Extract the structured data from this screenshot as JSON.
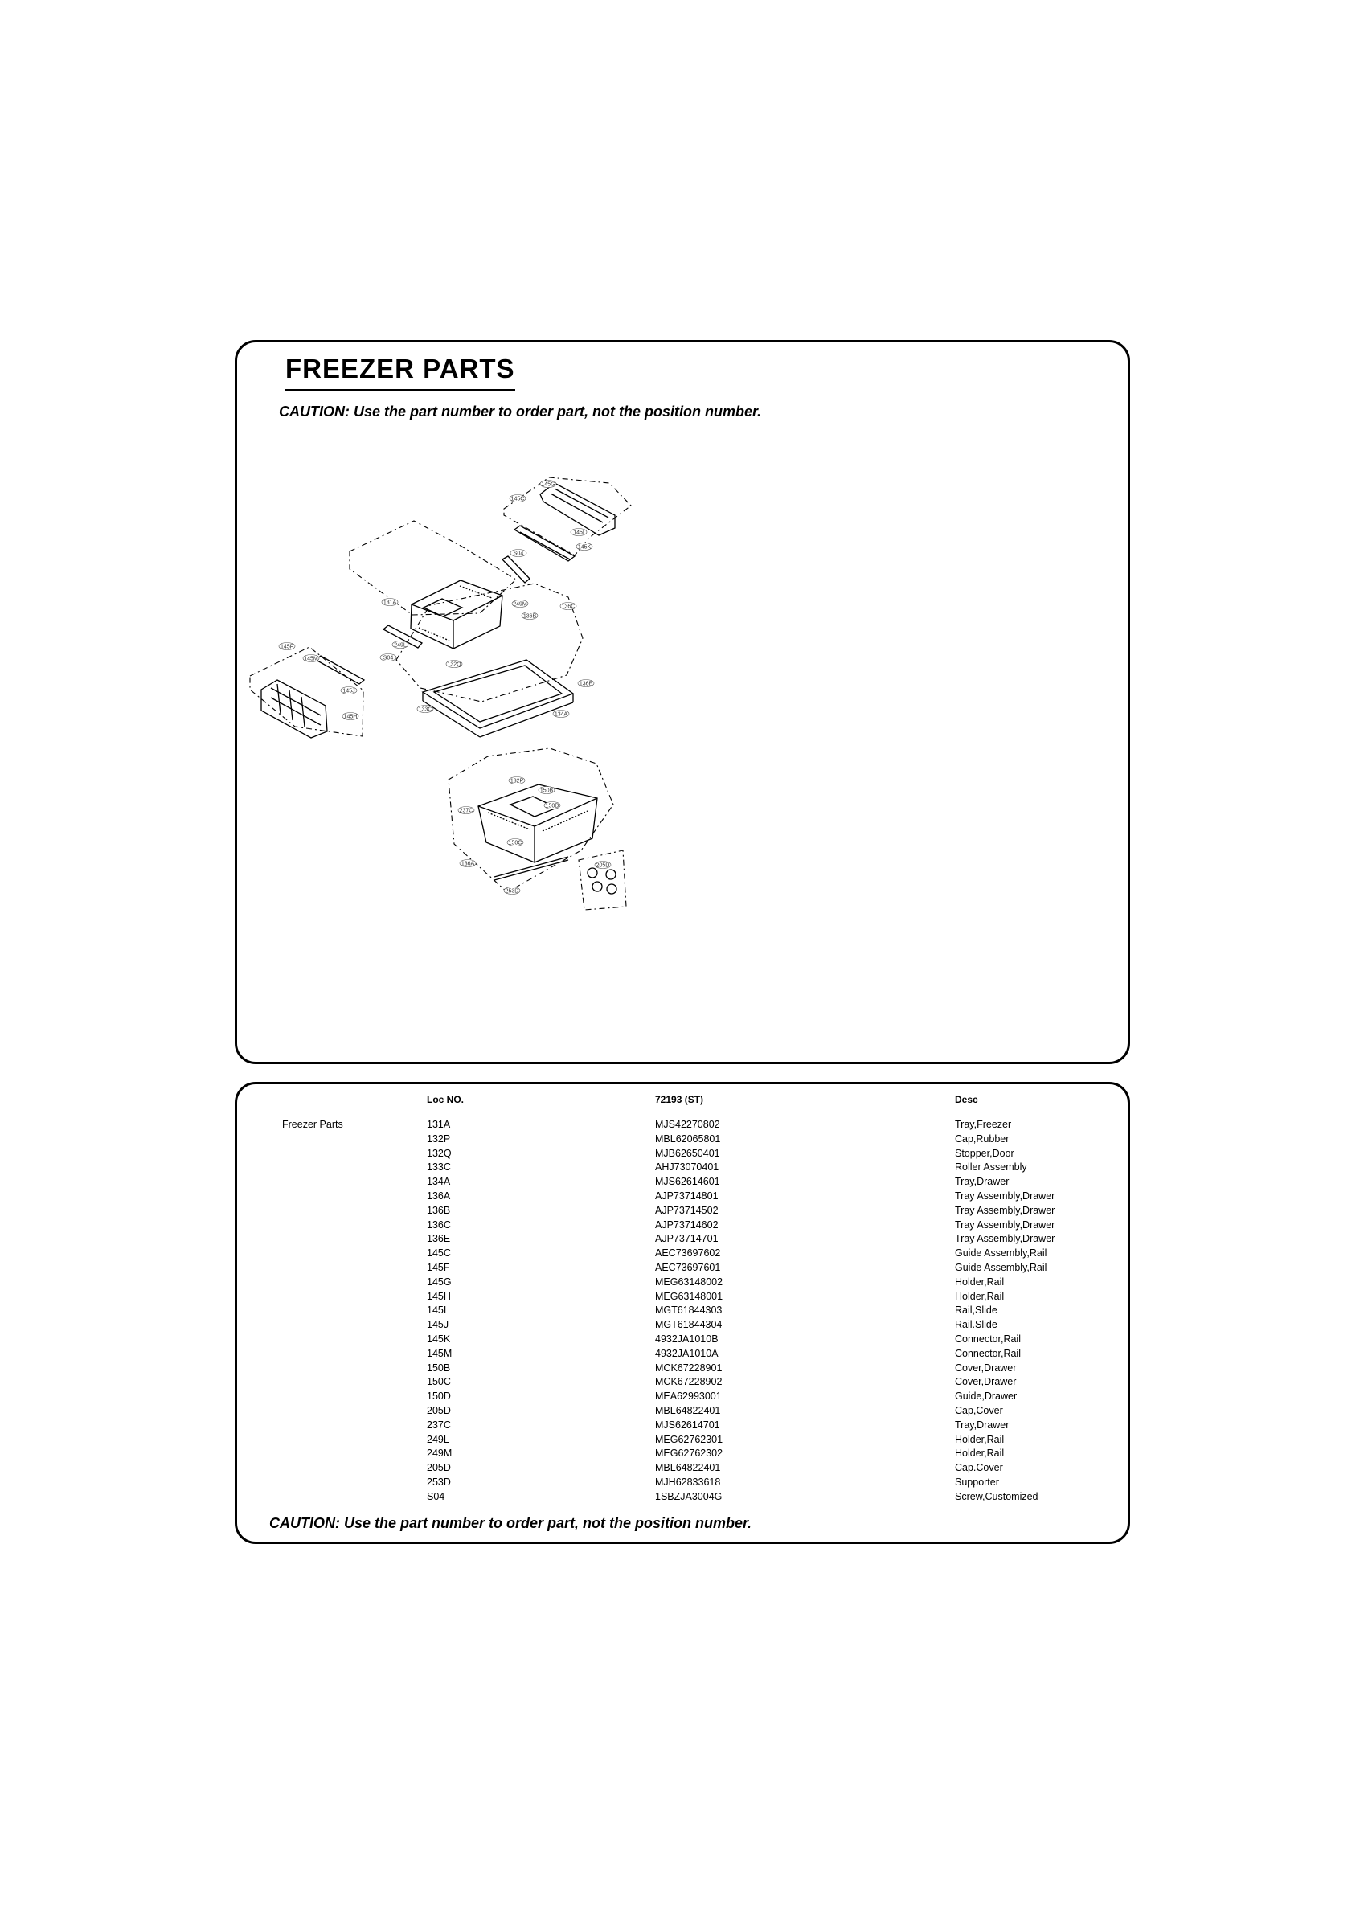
{
  "diagram": {
    "title": "FREEZER PARTS",
    "caution": "CAUTION: Use the part number to order part, not the position number.",
    "callouts": [
      "145C",
      "145G",
      "145I",
      "145K",
      "S04",
      "131A",
      "249M",
      "136B",
      "136C",
      "249L",
      "S04",
      "145F",
      "145M",
      "145J",
      "145H",
      "132Q",
      "133C",
      "136E",
      "134A",
      "205D",
      "132P",
      "150B",
      "150D",
      "237C",
      "150C",
      "136A",
      "253D"
    ]
  },
  "table": {
    "headers": {
      "loc": "Loc NO.",
      "part": "72193 (ST)",
      "desc": "Desc"
    },
    "group": "Freezer Parts",
    "rows": [
      {
        "loc": "131A",
        "part": "MJS42270802",
        "desc": "Tray,Freezer"
      },
      {
        "loc": "132P",
        "part": "MBL62065801",
        "desc": "Cap,Rubber"
      },
      {
        "loc": "132Q",
        "part": "MJB62650401",
        "desc": "Stopper,Door"
      },
      {
        "loc": "133C",
        "part": "AHJ73070401",
        "desc": "Roller Assembly"
      },
      {
        "loc": "134A",
        "part": "MJS62614601",
        "desc": "Tray,Drawer"
      },
      {
        "loc": "136A",
        "part": "AJP73714801",
        "desc": "Tray Assembly,Drawer"
      },
      {
        "loc": "136B",
        "part": "AJP73714502",
        "desc": "Tray Assembly,Drawer"
      },
      {
        "loc": "136C",
        "part": "AJP73714602",
        "desc": "Tray Assembly,Drawer"
      },
      {
        "loc": "136E",
        "part": "AJP73714701",
        "desc": "Tray Assembly,Drawer"
      },
      {
        "loc": "145C",
        "part": "AEC73697602",
        "desc": "Guide Assembly,Rail"
      },
      {
        "loc": "145F",
        "part": "AEC73697601",
        "desc": "Guide Assembly,Rail"
      },
      {
        "loc": "145G",
        "part": "MEG63148002",
        "desc": "Holder,Rail"
      },
      {
        "loc": "145H",
        "part": "MEG63148001",
        "desc": "Holder,Rail"
      },
      {
        "loc": "145I",
        "part": "MGT61844303",
        "desc": "Rail,Slide"
      },
      {
        "loc": "145J",
        "part": "MGT61844304",
        "desc": "Rail.Slide"
      },
      {
        "loc": "145K",
        "part": "4932JA1010B",
        "desc": "Connector,Rail"
      },
      {
        "loc": "145M",
        "part": "4932JA1010A",
        "desc": "Connector,Rail"
      },
      {
        "loc": "150B",
        "part": "MCK67228901",
        "desc": "Cover,Drawer"
      },
      {
        "loc": "150C",
        "part": "MCK67228902",
        "desc": "Cover,Drawer"
      },
      {
        "loc": "150D",
        "part": "MEA62993001",
        "desc": "Guide,Drawer"
      },
      {
        "loc": "205D",
        "part": "MBL64822401",
        "desc": "Cap,Cover"
      },
      {
        "loc": "237C",
        "part": "MJS62614701",
        "desc": "Tray,Drawer"
      },
      {
        "loc": "249L",
        "part": "MEG62762301",
        "desc": "Holder,Rail"
      },
      {
        "loc": "249M",
        "part": "MEG62762302",
        "desc": "Holder,Rail"
      },
      {
        "loc": "205D",
        "part": "MBL64822401",
        "desc": "Cap.Cover"
      },
      {
        "loc": "253D",
        "part": "MJH62833618",
        "desc": "Supporter"
      },
      {
        "loc": "S04",
        "part": "1SBZJA3004G",
        "desc": "Screw,Customized"
      }
    ],
    "caution": "CAUTION: Use the part number to order part, not the position number."
  }
}
